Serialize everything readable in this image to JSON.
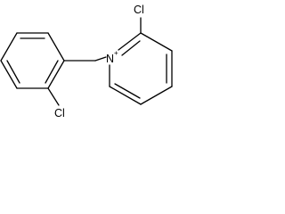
{
  "molecule": {
    "atoms": {
      "cl_pyridine": "Cl",
      "n_pyridinium": "N",
      "n_charge": "+",
      "cl_benzyl": "Cl"
    }
  }
}
